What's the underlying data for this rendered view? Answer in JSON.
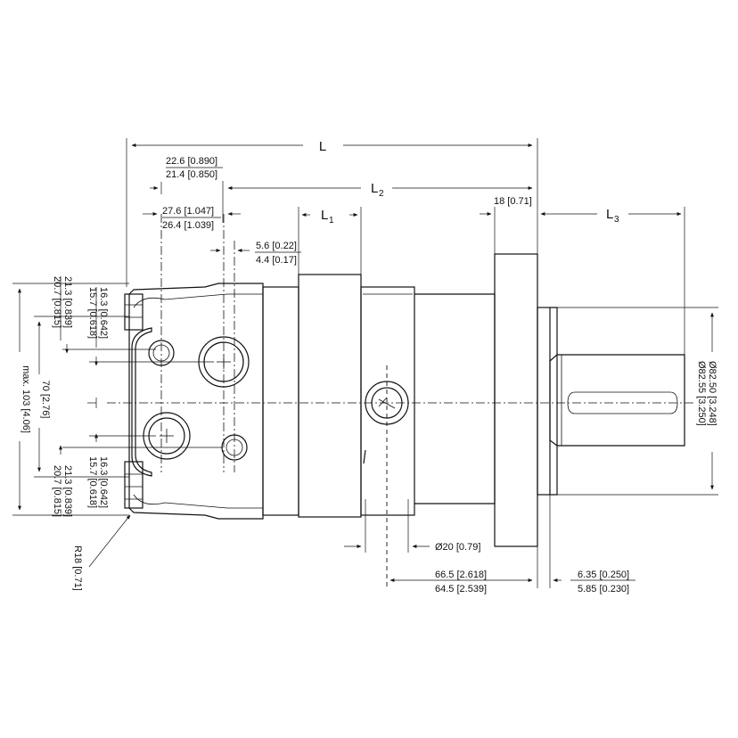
{
  "drawing": {
    "top": {
      "L": "L",
      "L2": "L",
      "L2_sub": "2",
      "L1": "L",
      "L1_sub": "1",
      "L3": "L",
      "L3_sub": "3",
      "d22_top": "22.6 [0.890]",
      "d22_bot": "21.4 [0.850]",
      "d27_top": "27.6 [1.047]",
      "d27_bot": "26.4 [1.039]",
      "d56_top": "5.6 [0.22]",
      "d56_bot": "4.4 [0.17]",
      "d18": "18 [0.71]"
    },
    "left": {
      "max103": "max. 103 [4.06]",
      "d70": "70 [2.76]",
      "d21_top": "21.3 [0.839]",
      "d20_top": "20.7 [0.815]",
      "d16_top": "16.3 [0.642]",
      "d15_top": "15.7 [0.618]",
      "d21_bot": "21.3 [0.839]",
      "d20_bot": "20.7 [0.815]",
      "d16_bot": "16.3 [0.642]",
      "d15_bot": "15.7 [0.618]",
      "r18": "R18 [0.71]"
    },
    "right": {
      "dia82_top": "Ø82.55 [3.250]",
      "dia82_bot": "Ø82.50 [3.248]"
    },
    "bottom": {
      "dia20": "Ø20 [0.79]",
      "d66_top": "66.5 [2.618]",
      "d66_bot": "64.5 [2.539]",
      "d635_top": "6.35 [0.250]",
      "d635_bot": "5.85 [0.230]"
    }
  }
}
